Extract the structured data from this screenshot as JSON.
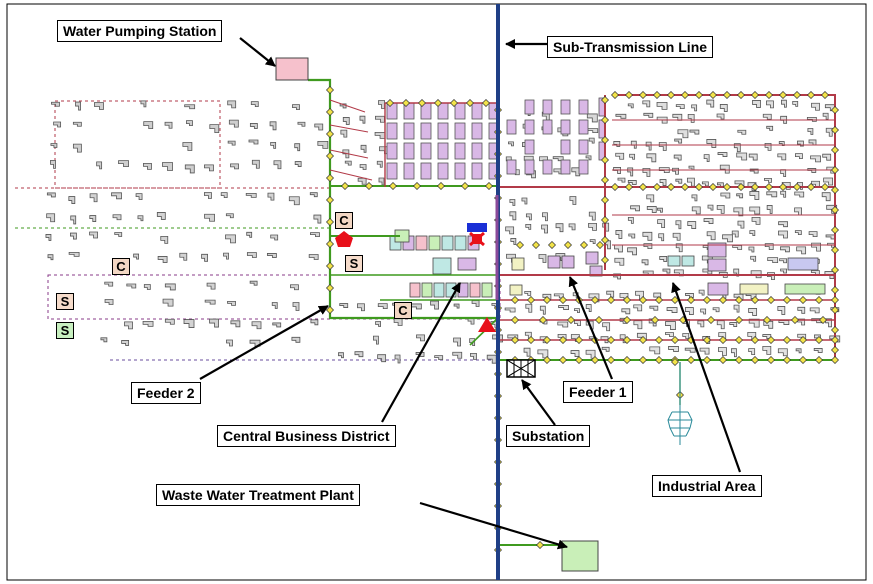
{
  "labels": {
    "water_pumping_station": "Water Pumping Station",
    "sub_transmission_line": "Sub-Transmission Line",
    "feeder_2": "Feeder 2",
    "central_business_district": "Central Business District",
    "substation": "Substation",
    "feeder_1": "Feeder 1",
    "industrial_area": "Industrial Area",
    "waste_water_treatment_plant": "Waste Water Treatment Plant"
  },
  "tags": {
    "commercial": "C",
    "school": "S"
  },
  "colors": {
    "sub_transmission": "#1f3f86",
    "feeder_green": "#3f9a1f",
    "feeder_red": "#b23a48",
    "node_yellow": "#f2e34a",
    "residential_purple": "#d9b8e6",
    "commercial_cyan": "#bfe8e4",
    "pumping_pink": "#f6c1cc",
    "treatment_green": "#c9efb8",
    "commercial_tag": "#f3d7c4",
    "school_tag": "#f6dccb",
    "school_tag_green": "#c8f0c0",
    "critical_red": "#e8101a",
    "critical_blue": "#1a2fd6"
  },
  "icons": [
    "substation-icon",
    "pentagon-load-icon",
    "triangle-load-icon",
    "pump-icon"
  ]
}
